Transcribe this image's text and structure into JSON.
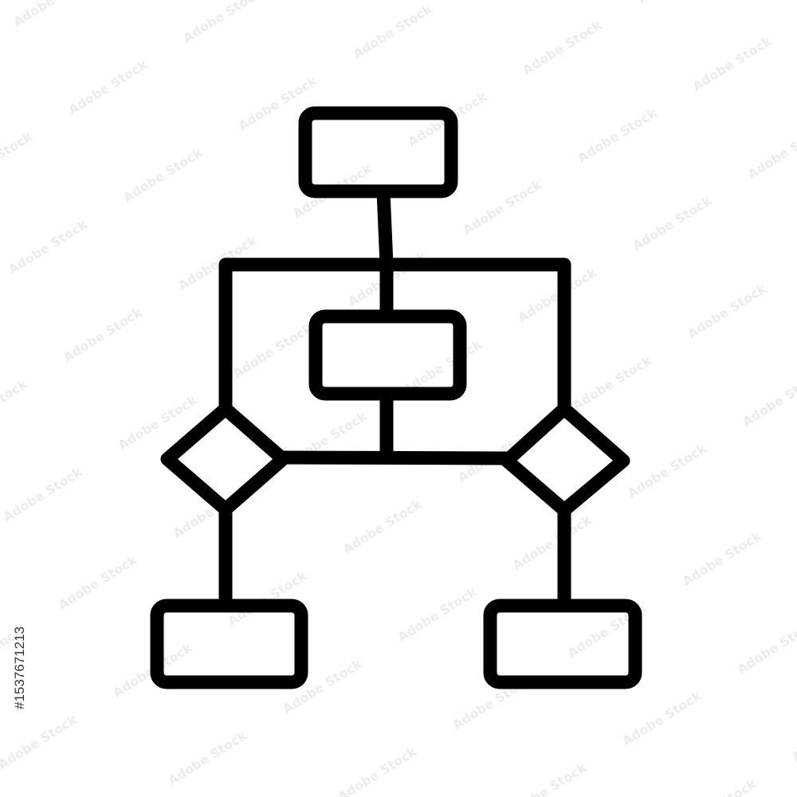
{
  "colors": {
    "background": "#ffffff",
    "line": "#000000",
    "watermark": "#ececec",
    "stock_id": "#333333"
  },
  "watermark": {
    "text": "Adobe Stock",
    "style": "diagonal tiled, faint"
  },
  "stock_id": {
    "text": "#1537671213"
  },
  "diagram": {
    "type": "flowchart-icon",
    "nodes": [
      {
        "id": "process-top",
        "shape": "rounded-rectangle"
      },
      {
        "id": "process-center",
        "shape": "rounded-rectangle"
      },
      {
        "id": "decision-left",
        "shape": "diamond"
      },
      {
        "id": "decision-right",
        "shape": "diamond"
      },
      {
        "id": "process-bottom-left",
        "shape": "rounded-rectangle"
      },
      {
        "id": "process-bottom-right",
        "shape": "rounded-rectangle"
      }
    ],
    "connectors": [
      {
        "from": "process-top",
        "to": "process-center"
      },
      {
        "from": "process-center",
        "to": "decision-left"
      },
      {
        "from": "process-center",
        "to": "decision-right"
      },
      {
        "from": "decision-left",
        "to": "process-bottom-left"
      },
      {
        "from": "decision-right",
        "to": "process-bottom-right"
      }
    ]
  }
}
